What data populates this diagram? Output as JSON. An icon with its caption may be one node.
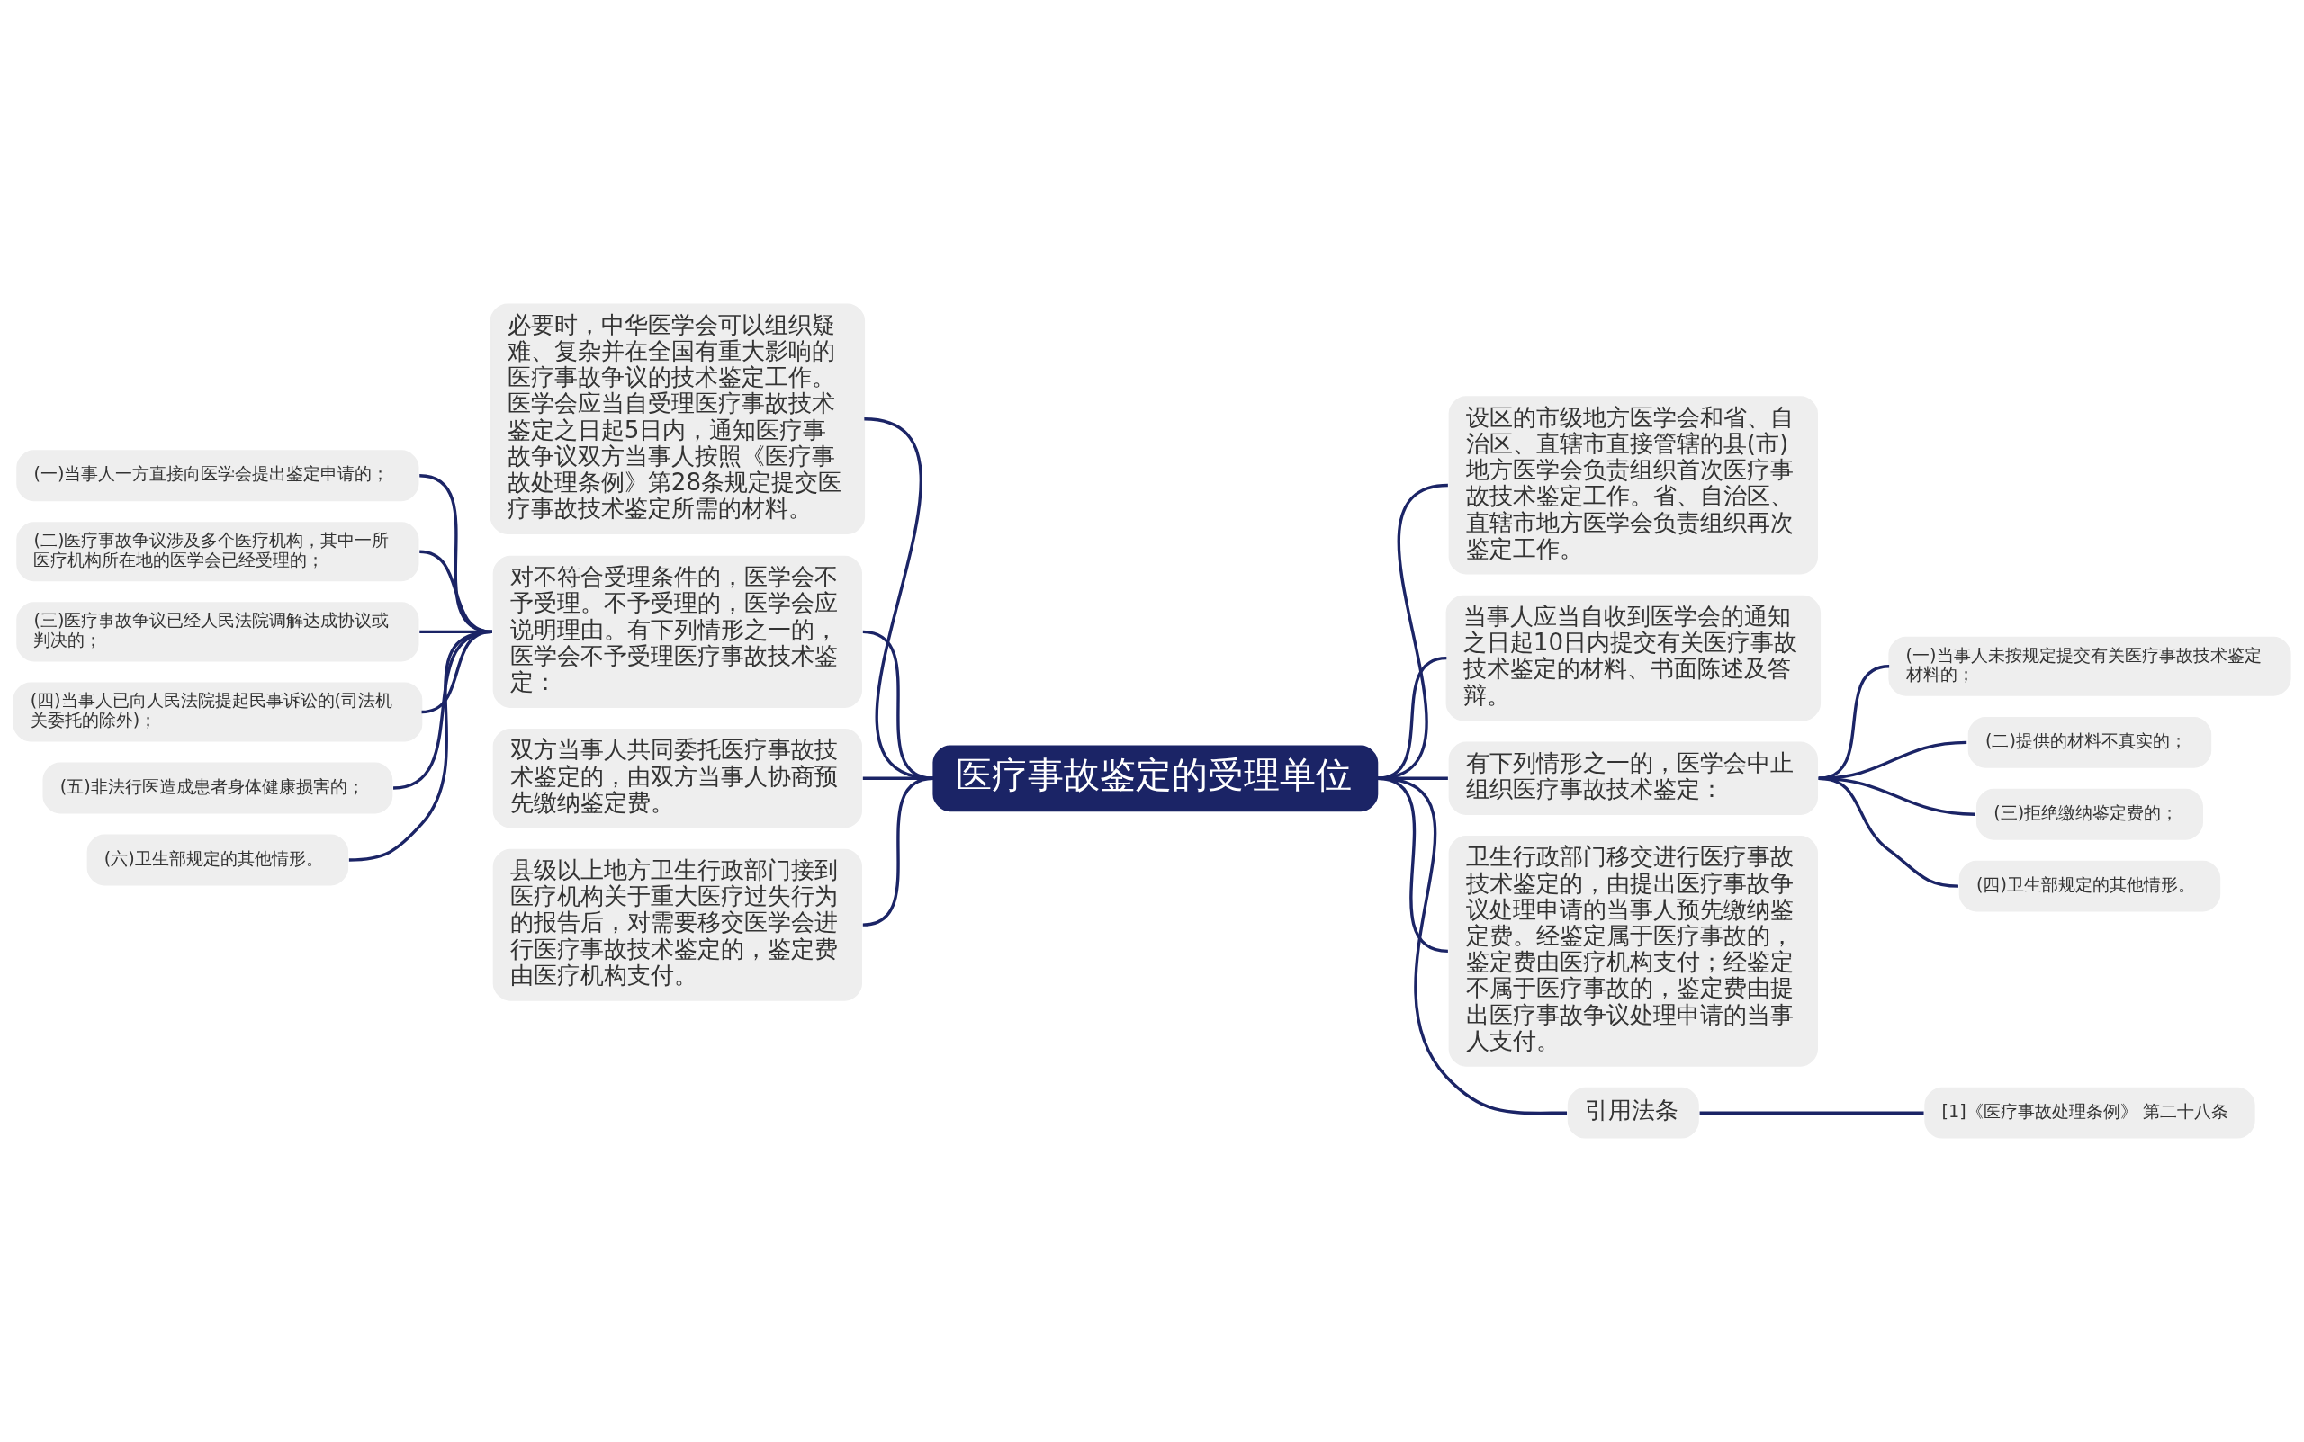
{
  "diagram": {
    "nodes": [
      {
        "text": [
          "医疗事故鉴定的受理单位"
        ]
      },
      {
        "text": [
          "必要时，中华医学会可以组织疑难、复杂并在全国有重大影响的医疗事故争议的技术鉴定工作。医学会应当自受理医疗事故技术鉴定之日起5日内，通知医疗事故争议双方当事人按照《医疗事故处理条例》第28条规定提交医疗事故技术鉴定所需的材料。"
        ]
      },
      {
        "text": [
          "对不符合受理条件的，医学会不予受理。不予受理的，医学会应说明理由。有下列情形之一的，医学会不予受理医疗事故技术鉴定："
        ]
      },
      {
        "text": [
          "(一)当事人一方直接向医学会提出鉴定申请的；"
        ]
      },
      {
        "text": [
          "(二)医疗事故争议涉及多个医疗机构，其中一所医疗机构所在地的医学会已经受理的；"
        ]
      },
      {
        "text": [
          "(三)医疗事故争议已经人民法院调解达成协议或判决的；"
        ]
      },
      {
        "text": [
          "(四)当事人已向人民法院提起民事诉讼的(司法机关委托的除外)；"
        ]
      },
      {
        "text": [
          "(五)非法行医造成患者身体健康损害的；"
        ]
      },
      {
        "text": [
          "(六)卫生部规定的其他情形。"
        ]
      },
      {
        "text": [
          "双方当事人共同委托医疗事故技术鉴定的，由双方当事人协商预先缴纳鉴定费。"
        ]
      },
      {
        "text": [
          "县级以上地方卫生行政部门接到医疗机构关于重大医疗过失行为的报告后，对需要移交医学会进行医疗事故技术鉴定的，鉴定费由医疗机构支付。"
        ]
      },
      {
        "text": [
          "设区的市级地方医学会和省、自治区、直辖市直接管辖的县(市)地方医学会负责组织首次医疗事故技术鉴定工作。省、自治区、直辖市地方医学会负责组织再次鉴定工作。"
        ]
      },
      {
        "text": [
          "当事人应当自收到医学会的通知之日起10日内提交有关医疗事故技术鉴定的材料、书面陈述及答辩。"
        ]
      },
      {
        "text": [
          "有下列情形之一的，医学会中止组织医疗事故技术鉴定："
        ]
      },
      {
        "text": [
          "(一)当事人未按规定提交有关医疗事故技术鉴定材料的；"
        ]
      },
      {
        "text": [
          "(二)提供的材料不真实的；"
        ]
      },
      {
        "text": [
          "(三)拒绝缴纳鉴定费的；"
        ]
      },
      {
        "text": [
          "(四)卫生部规定的其他情形。"
        ]
      },
      {
        "text": [
          "卫生行政部门移交进行医疗事故技术鉴定的，由提出医疗事故争议处理申请的当事人预先缴纳鉴定费。经鉴定属于医疗事故的，鉴定费由医疗机构支付；经鉴定不属于医疗事故的，鉴定费由提出医疗事故争议处理申请的当事人支付。"
        ]
      },
      {
        "text": [
          "引用法条"
        ]
      },
      {
        "text": [
          "[1]《医疗事故处理条例》 第二十八条"
        ]
      }
    ],
    "edges": [
      {
        "from": 0,
        "to": 1,
        "arrow": "none"
      },
      {
        "from": 0,
        "to": 2,
        "arrow": "none"
      },
      {
        "from": 2,
        "to": 3,
        "arrow": "none"
      },
      {
        "from": 2,
        "to": 4,
        "arrow": "none"
      },
      {
        "from": 2,
        "to": 5,
        "arrow": "none"
      },
      {
        "from": 2,
        "to": 6,
        "arrow": "none"
      },
      {
        "from": 2,
        "to": 7,
        "arrow": "none"
      },
      {
        "from": 2,
        "to": 8,
        "arrow": "none"
      },
      {
        "from": 0,
        "to": 9,
        "arrow": "none"
      },
      {
        "from": 0,
        "to": 10,
        "arrow": "none"
      },
      {
        "from": 0,
        "to": 11,
        "arrow": "none"
      },
      {
        "from": 0,
        "to": 12,
        "arrow": "none"
      },
      {
        "from": 0,
        "to": 13,
        "arrow": "none"
      },
      {
        "from": 13,
        "to": 14,
        "arrow": "none"
      },
      {
        "from": 13,
        "to": 15,
        "arrow": "none"
      },
      {
        "from": 13,
        "to": 16,
        "arrow": "none"
      },
      {
        "from": 13,
        "to": 17,
        "arrow": "none"
      },
      {
        "from": 0,
        "to": 18,
        "arrow": "none"
      },
      {
        "from": 0,
        "to": 19,
        "arrow": "none"
      },
      {
        "from": 19,
        "to": 20,
        "arrow": "none"
      }
    ]
  }
}
